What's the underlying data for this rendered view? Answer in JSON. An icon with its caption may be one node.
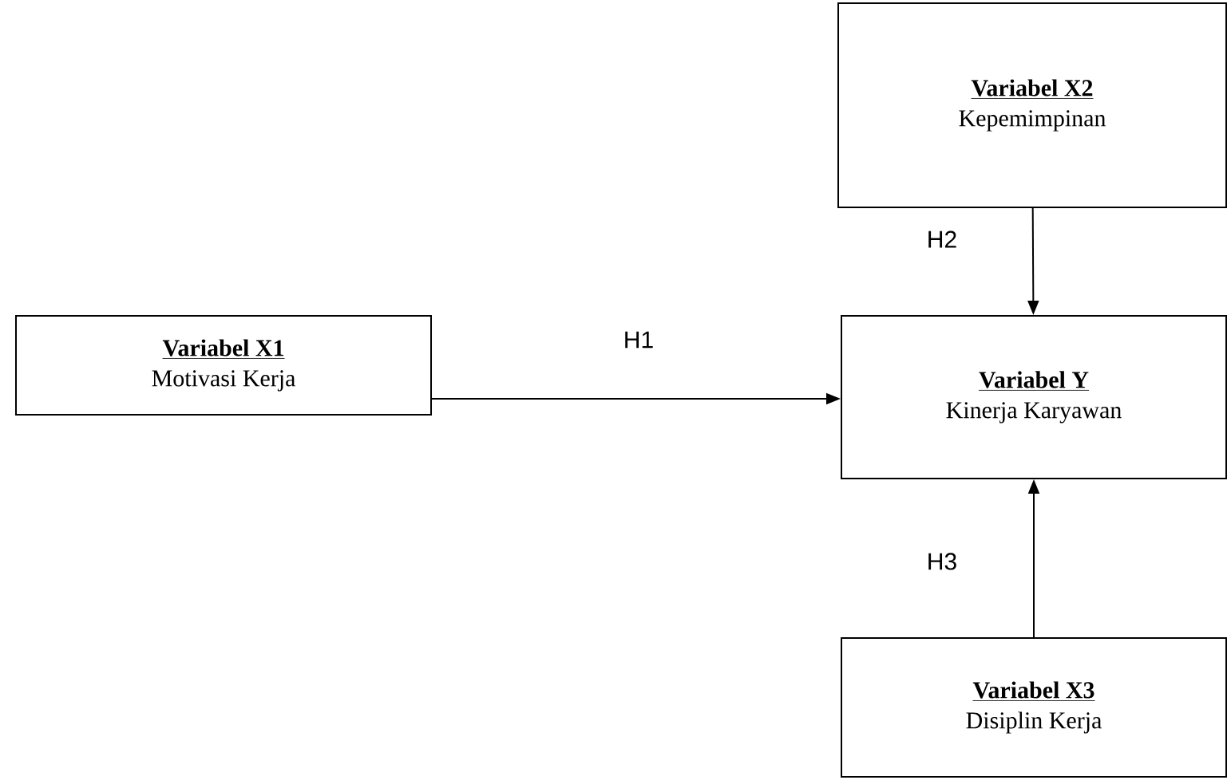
{
  "diagram": {
    "nodes": [
      {
        "text": [
          "Variabel X1",
          "Motivasi Kerja"
        ]
      },
      {
        "text": [
          "Variabel X2",
          "Kepemimpinan"
        ]
      },
      {
        "text": [
          "Variabel Y",
          "Kinerja Karyawan"
        ]
      },
      {
        "text": [
          "Variabel X3",
          "Disiplin Kerja"
        ]
      }
    ],
    "edges": [
      {
        "from": 0,
        "to": 2,
        "arrow": "to",
        "label": "H1"
      },
      {
        "from": 1,
        "to": 2,
        "arrow": "to",
        "label": "H2"
      },
      {
        "from": 3,
        "to": 2,
        "arrow": "to",
        "label": "H3"
      }
    ]
  }
}
